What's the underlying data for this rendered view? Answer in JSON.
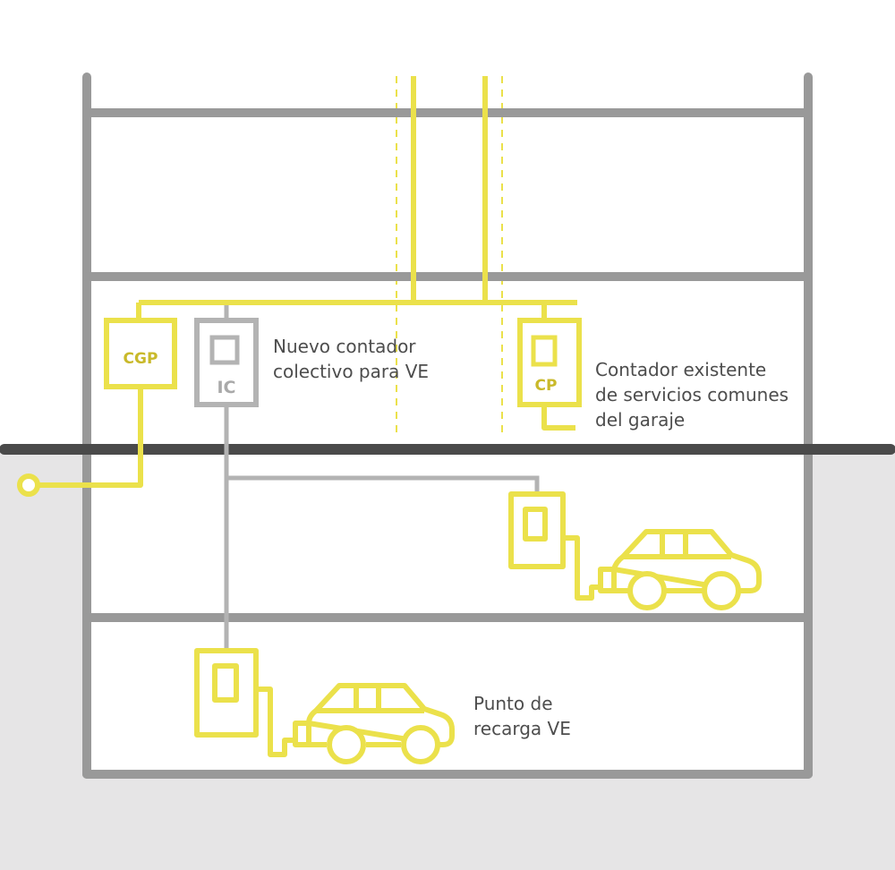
{
  "colors": {
    "yellow": "#ebe14b",
    "building": "#999999",
    "gray_wire": "#b3b3b3",
    "ground": "#e6e5e6",
    "ground_line": "#4a4a4a",
    "text": "#4d4d4d"
  },
  "boxes": {
    "cgp": "CGP",
    "ic": "IC",
    "cp": "CP"
  },
  "labels": {
    "new_meter": [
      "Nuevo contador",
      "colectivo para VE"
    ],
    "existing_meter": [
      "Contador existente",
      "de servicios comunes",
      "del garaje"
    ],
    "charge_point": [
      "Punto de",
      "recarga VE"
    ]
  }
}
